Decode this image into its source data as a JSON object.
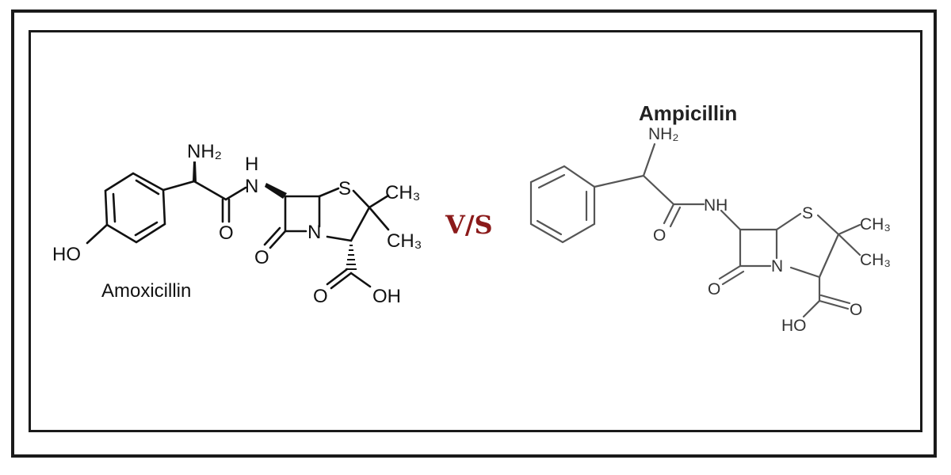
{
  "left_molecule": {
    "name": "Amoxicillin",
    "atoms": {
      "nh2": "NH₂",
      "h": "H",
      "n_amide": "N",
      "s": "S",
      "ch3_top": "CH₃",
      "ch3_bottom": "CH₃",
      "o_amide": "O",
      "o_lactam": "O",
      "n_ring": "N",
      "ho": "HO",
      "o_acid": "O",
      "oh": "OH"
    }
  },
  "separator": "V/S",
  "right_molecule": {
    "name": "Ampicillin",
    "atoms": {
      "nh2": "NH₂",
      "nh": "NH",
      "s": "S",
      "ch3_top": "CH₃",
      "ch3_bottom": "CH₃",
      "o_amide": "O",
      "o_lactam": "O",
      "n_ring": "N",
      "ho": "HO",
      "o_acid": "O"
    }
  },
  "colors": {
    "separator": "#8b1a1a",
    "frame": "#1a1a1a"
  }
}
